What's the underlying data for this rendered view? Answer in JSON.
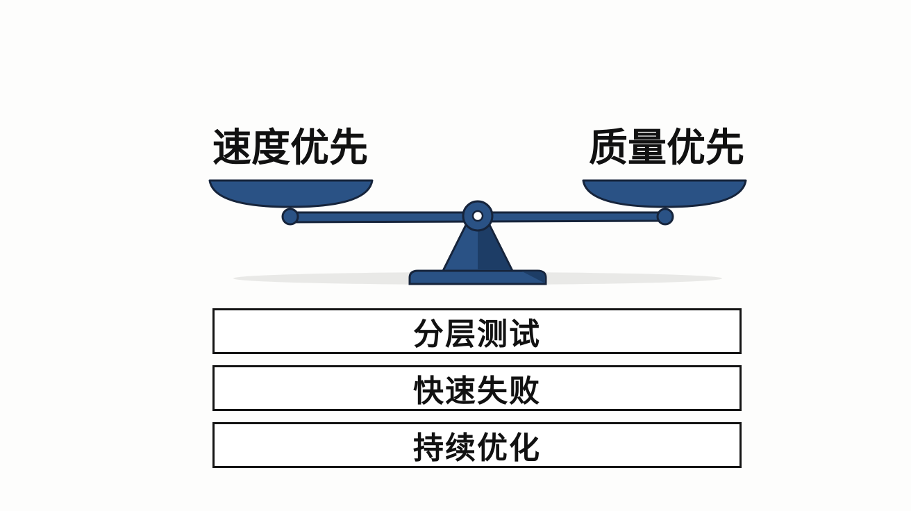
{
  "scale": {
    "left_label": "速度优先",
    "right_label": "质量优先"
  },
  "strategies": [
    {
      "label": "分层测试"
    },
    {
      "label": "快速失败"
    },
    {
      "label": "持续优化"
    }
  ],
  "colors": {
    "scale_fill": "#2a5285",
    "scale_outline": "#16243b",
    "scale_shadow": "#1d3d66",
    "text": "#111111",
    "box_border": "#141414"
  }
}
